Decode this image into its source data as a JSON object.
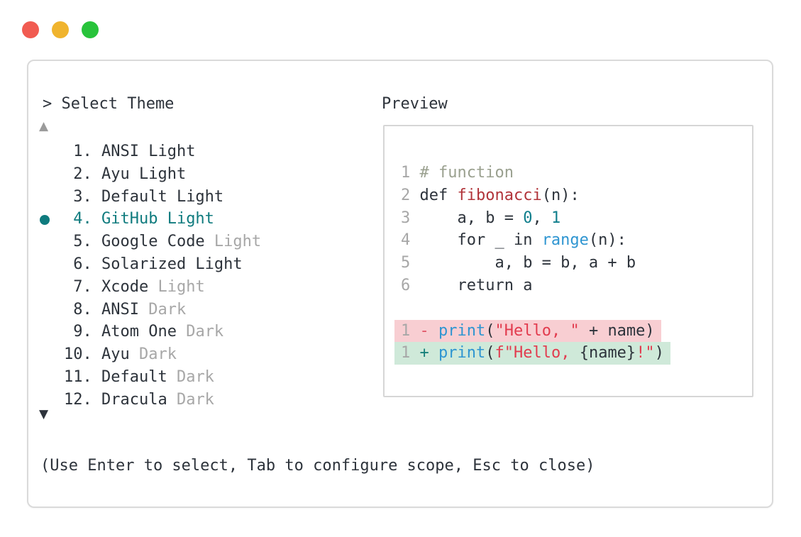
{
  "window": {
    "traffic_lights": [
      {
        "name": "close",
        "color": "#f15b51"
      },
      {
        "name": "minimize",
        "color": "#f0b42e"
      },
      {
        "name": "zoom",
        "color": "#28c33b"
      }
    ]
  },
  "theme_picker": {
    "prompt": "> Select Theme",
    "scroll_up_glyph": "▲",
    "scroll_down_glyph": "▼",
    "items": [
      {
        "num": " 1.",
        "name": "ANSI Light",
        "dim": "",
        "selected": false
      },
      {
        "num": " 2.",
        "name": "Ayu Light",
        "dim": "",
        "selected": false
      },
      {
        "num": " 3.",
        "name": "Default Light",
        "dim": "",
        "selected": false
      },
      {
        "num": " 4.",
        "name": "GitHub Light",
        "dim": "",
        "selected": true
      },
      {
        "num": " 5.",
        "name": "Google Code",
        "dim": "Light",
        "selected": false
      },
      {
        "num": " 6.",
        "name": "Solarized Light",
        "dim": "",
        "selected": false
      },
      {
        "num": " 7.",
        "name": "Xcode",
        "dim": "Light",
        "selected": false
      },
      {
        "num": " 8.",
        "name": "ANSI",
        "dim": "Dark",
        "selected": false
      },
      {
        "num": " 9.",
        "name": "Atom One",
        "dim": "Dark",
        "selected": false
      },
      {
        "num": "10.",
        "name": "Ayu",
        "dim": "Dark",
        "selected": false
      },
      {
        "num": "11.",
        "name": "Default",
        "dim": "Dark",
        "selected": false
      },
      {
        "num": "12.",
        "name": "Dracula",
        "dim": "Dark",
        "selected": false
      }
    ],
    "hint": "(Use Enter to select, Tab to configure scope, Esc to close)"
  },
  "preview": {
    "title": "Preview",
    "lines": [
      {
        "diff": null,
        "tokens": [
          {
            "t": "1",
            "c": "dim"
          },
          {
            "t": " ",
            "c": "plain"
          },
          {
            "t": "# function",
            "c": "comment"
          }
        ]
      },
      {
        "diff": null,
        "tokens": [
          {
            "t": "2",
            "c": "dim"
          },
          {
            "t": " def ",
            "c": "plain"
          },
          {
            "t": "fibonacci",
            "c": "function"
          },
          {
            "t": "(n):",
            "c": "plain"
          }
        ]
      },
      {
        "diff": null,
        "tokens": [
          {
            "t": "3",
            "c": "dim"
          },
          {
            "t": "     a, b = ",
            "c": "plain"
          },
          {
            "t": "0",
            "c": "number"
          },
          {
            "t": ", ",
            "c": "plain"
          },
          {
            "t": "1",
            "c": "number"
          }
        ]
      },
      {
        "diff": null,
        "tokens": [
          {
            "t": "4",
            "c": "dim"
          },
          {
            "t": "     for _ in ",
            "c": "plain"
          },
          {
            "t": "range",
            "c": "call"
          },
          {
            "t": "(n):",
            "c": "plain"
          }
        ]
      },
      {
        "diff": null,
        "tokens": [
          {
            "t": "5",
            "c": "dim"
          },
          {
            "t": "         a, b = b, a + b",
            "c": "plain"
          }
        ]
      },
      {
        "diff": null,
        "tokens": [
          {
            "t": "6",
            "c": "dim"
          },
          {
            "t": "     return a",
            "c": "plain"
          }
        ]
      },
      {
        "diff": null,
        "tokens": []
      },
      {
        "diff": "del",
        "tokens": [
          {
            "t": "1",
            "c": "dim"
          },
          {
            "t": " ",
            "c": "plain"
          },
          {
            "t": "-",
            "c": "del"
          },
          {
            "t": " ",
            "c": "plain"
          },
          {
            "t": "print",
            "c": "call"
          },
          {
            "t": "(",
            "c": "plain"
          },
          {
            "t": "\"Hello, \"",
            "c": "string"
          },
          {
            "t": " + name)",
            "c": "plain"
          }
        ]
      },
      {
        "diff": "add",
        "tokens": [
          {
            "t": "1",
            "c": "dim"
          },
          {
            "t": " ",
            "c": "plain"
          },
          {
            "t": "+",
            "c": "add"
          },
          {
            "t": " ",
            "c": "plain"
          },
          {
            "t": "print",
            "c": "call"
          },
          {
            "t": "(",
            "c": "plain"
          },
          {
            "t": "f\"Hello, ",
            "c": "string"
          },
          {
            "t": "{name}",
            "c": "plain"
          },
          {
            "t": "!\"",
            "c": "string"
          },
          {
            "t": ")",
            "c": "plain"
          }
        ]
      }
    ]
  },
  "colors": {
    "plain": "#2d333b",
    "dim": "#a7a7a7",
    "selection": "#0f7b7e",
    "comment": "#9aa08f",
    "function": "#b1343a",
    "number": "#0f7e8c",
    "call": "#2e95d1",
    "string": "#e23b4e",
    "del": "#e25566",
    "add": "#17807a",
    "diff_del_bg": "#f8ced2",
    "diff_add_bg": "#cfe9d9"
  }
}
